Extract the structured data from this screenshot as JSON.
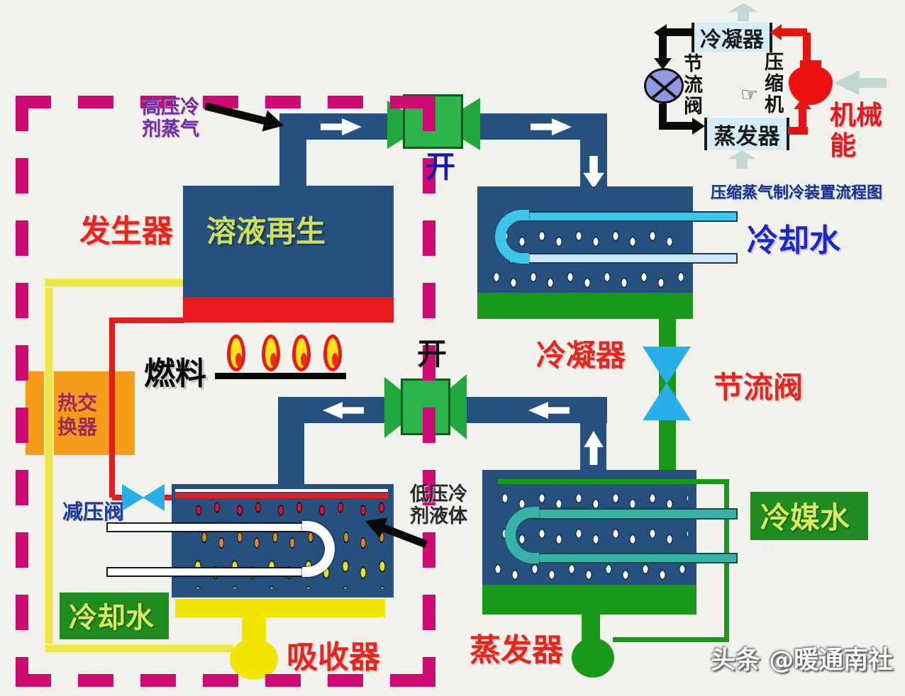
{
  "diagram": {
    "absorption": {
      "generator_label": "发生器",
      "solution_regen": "溶液再生",
      "hp_vapor": "高压冷剂蒸气",
      "valve_top_open": "开",
      "valve_mid_open": "开",
      "fuel": "燃料",
      "heat_exchanger": "热交换器",
      "reduce_valve": "减压阀",
      "lp_liquid": "低压冷剂液体",
      "cooling_water_left": "冷却水",
      "absorber": "吸收器",
      "condenser": "冷凝器",
      "throttle_valve": "节流阀",
      "cooling_water_right": "冷却水",
      "evaporator": "蒸发器",
      "chilled_water": "冷媒水"
    },
    "mini": {
      "condenser": "冷凝器",
      "throttle_valve": "节流阀",
      "compressor": "压缩机",
      "evaporator": "蒸发器",
      "mech_energy": "机械能",
      "hand_icon": "☞",
      "caption": "压缩蒸气制冷装置流程图"
    },
    "watermark": "头条 @暖通南社"
  },
  "colors": {
    "dashed_border": "#cf0a72",
    "pipe_blue": "#26507e",
    "green": "#189a18",
    "red": "#e8191c",
    "yellow": "#f2e600",
    "orange": "#f59d18",
    "cyan_tube": "#3cc6e8",
    "teal_tube": "#38b3a8"
  }
}
